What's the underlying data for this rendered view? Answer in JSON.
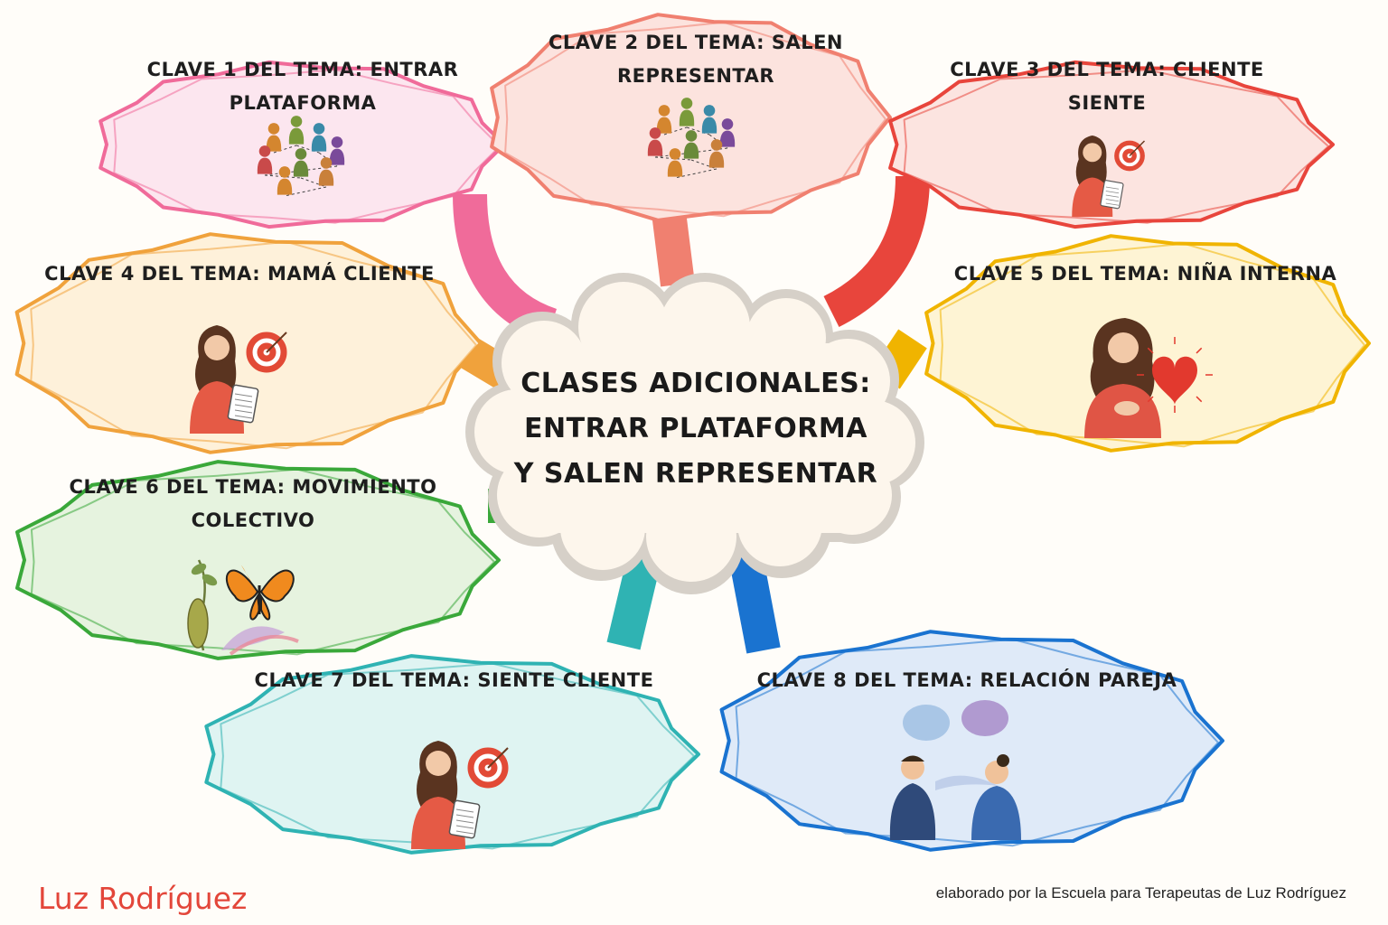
{
  "center": {
    "lines": [
      "CLASES ADICIONALES:",
      "ENTRAR PLATAFORMA",
      "Y SALEN REPRESENTAR"
    ]
  },
  "nodes": [
    {
      "label": "CLAVE 1 DEL TEMA: ENTRAR PLATAFORMA",
      "color": "#f06b9a",
      "fill": "#fce6ef",
      "icon": "people-network-icon"
    },
    {
      "label": "CLAVE 2 DEL TEMA: SALEN REPRESENTAR",
      "color": "#f08070",
      "fill": "#fce3de",
      "icon": "group-constellation-icon"
    },
    {
      "label": "CLAVE 3 DEL TEMA: CLIENTE SIENTE",
      "color": "#e8453c",
      "fill": "#fce4e0",
      "icon": "woman-target-icon"
    },
    {
      "label": "CLAVE 4 DEL TEMA: MAMÁ CLIENTE",
      "color": "#f0a23c",
      "fill": "#fef1da",
      "icon": "woman-target-icon"
    },
    {
      "label": "CLAVE 5 DEL TEMA: NIÑA INTERNA",
      "color": "#f0b400",
      "fill": "#fef4d4",
      "icon": "woman-heart-icon"
    },
    {
      "label": "CLAVE 6 DEL TEMA: MOVIMIENTO COLECTIVO",
      "color": "#3aa83a",
      "fill": "#e6f3df",
      "icon": "butterfly-icon"
    },
    {
      "label": "CLAVE 7 DEL TEMA: SIENTE CLIENTE",
      "color": "#2fb3b3",
      "fill": "#dff4f2",
      "icon": "woman-target-icon"
    },
    {
      "label": "CLAVE 8 DEL TEMA: RELACIÓN PAREJA",
      "color": "#1a73d0",
      "fill": "#dfeaf8",
      "icon": "couple-dialogue-icon"
    }
  ],
  "footer": {
    "author": "Luz Rodríguez",
    "credit": "elaborado por la Escuela para Terapeutas de Luz Rodríguez"
  }
}
